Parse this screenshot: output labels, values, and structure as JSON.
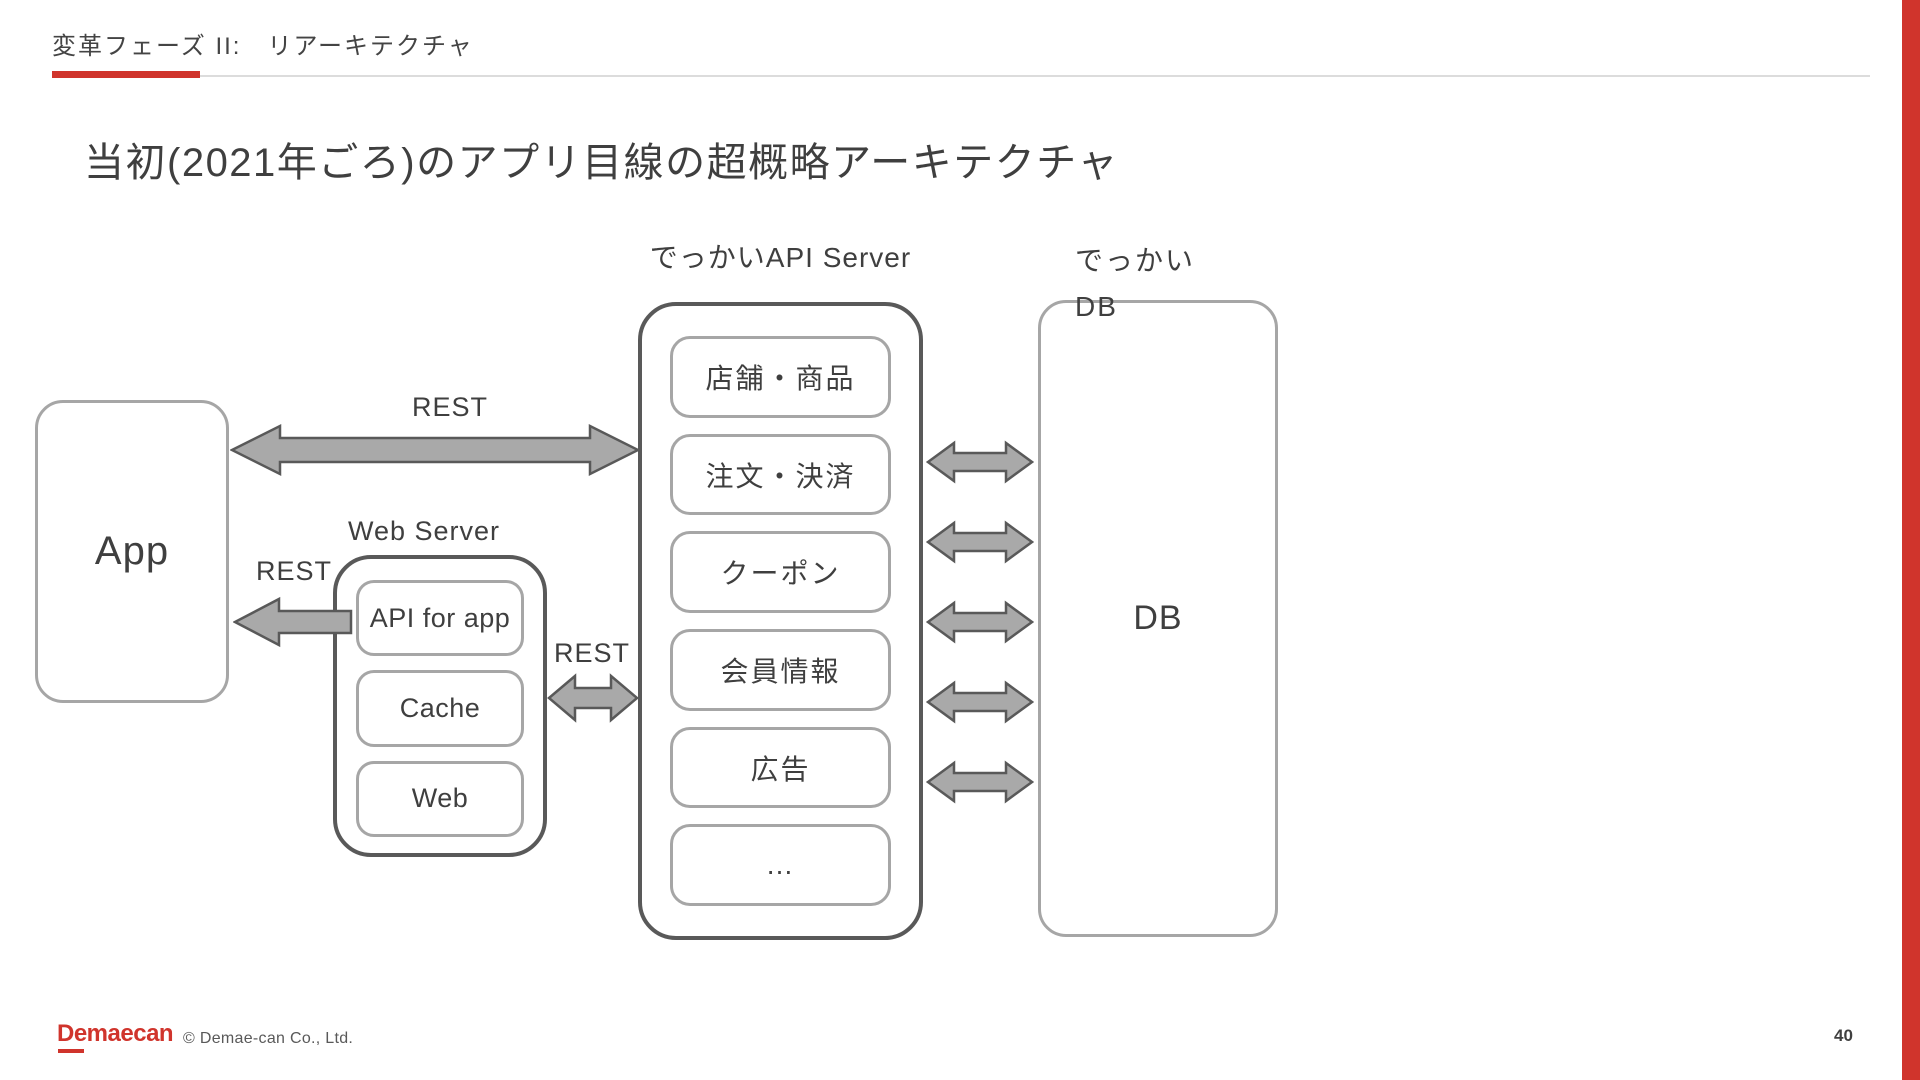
{
  "slide": {
    "kicker": "変革フェーズ II:　リアーキテクチャ",
    "title": "当初(2021年ごろ)のアプリ目線の超概略アーキテクチャ",
    "page_number": "40",
    "footer": {
      "logo": "Demaecan",
      "copyright": "© Demae-can Co., Ltd."
    },
    "colors": {
      "accent_red": "#d0342c",
      "outer_box_border": "#595959",
      "inner_box_border": "#a6a6a6",
      "arrow_fill": "#a9a9a9",
      "text": "#3f3f3f"
    }
  },
  "diagram": {
    "app": {
      "label": "App"
    },
    "web_server": {
      "title": "Web Server",
      "modules": [
        "API for app",
        "Cache",
        "Web"
      ]
    },
    "api_server": {
      "title": "でっかいAPI Server",
      "modules": [
        "店舗・商品",
        "注文・決済",
        "クーポン",
        "会員情報",
        "広告",
        "…"
      ]
    },
    "db": {
      "caption": [
        "でっかい",
        "DB"
      ],
      "label": "DB"
    },
    "rest_labels": {
      "app_api": "REST",
      "webserver_app": "REST",
      "webserver_api": "REST"
    }
  }
}
